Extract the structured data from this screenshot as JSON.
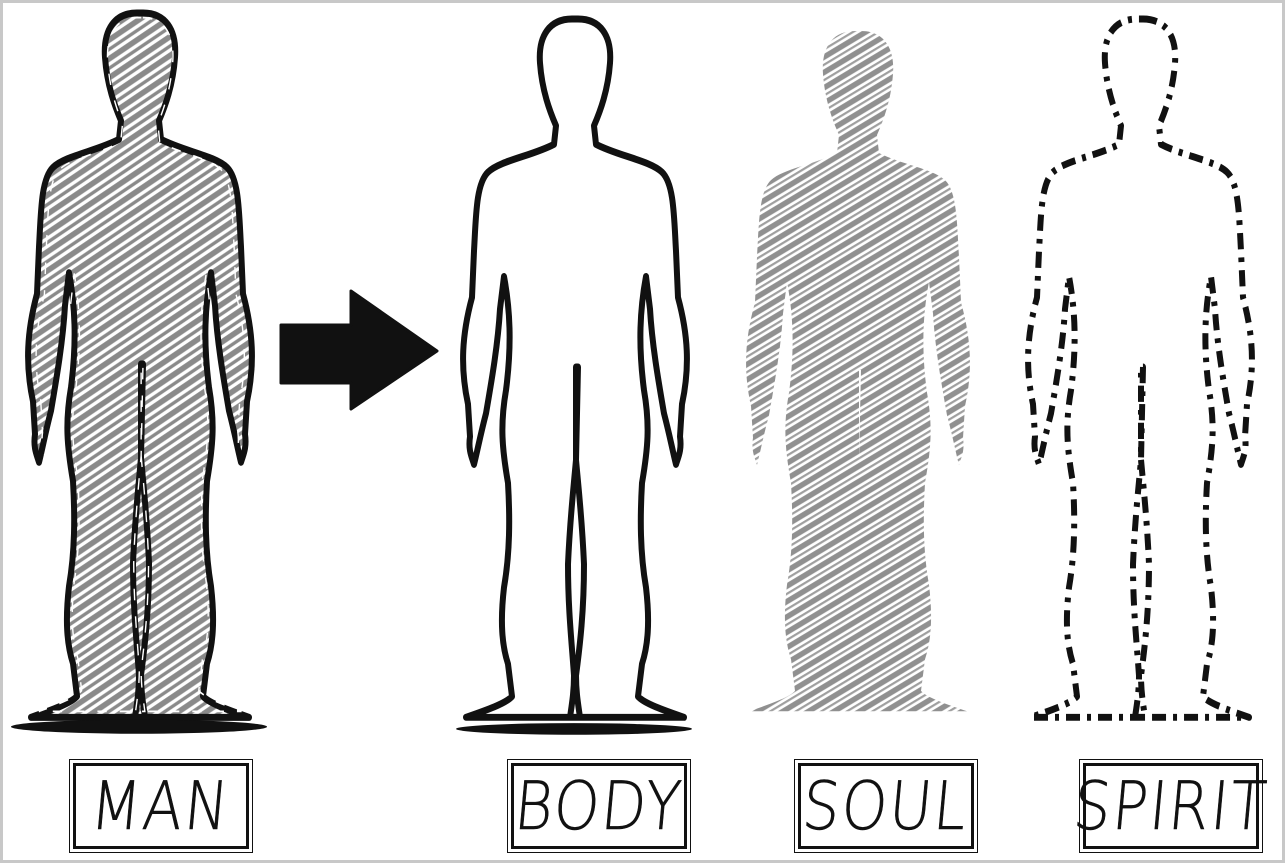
{
  "labels": {
    "man": "MAN",
    "body": "BODY",
    "soul": "SOUL",
    "spirit": "SPIRIT"
  },
  "colors": {
    "ink": "#111111",
    "shade": "#8a8a8a",
    "frame": "#c8c8c8"
  }
}
